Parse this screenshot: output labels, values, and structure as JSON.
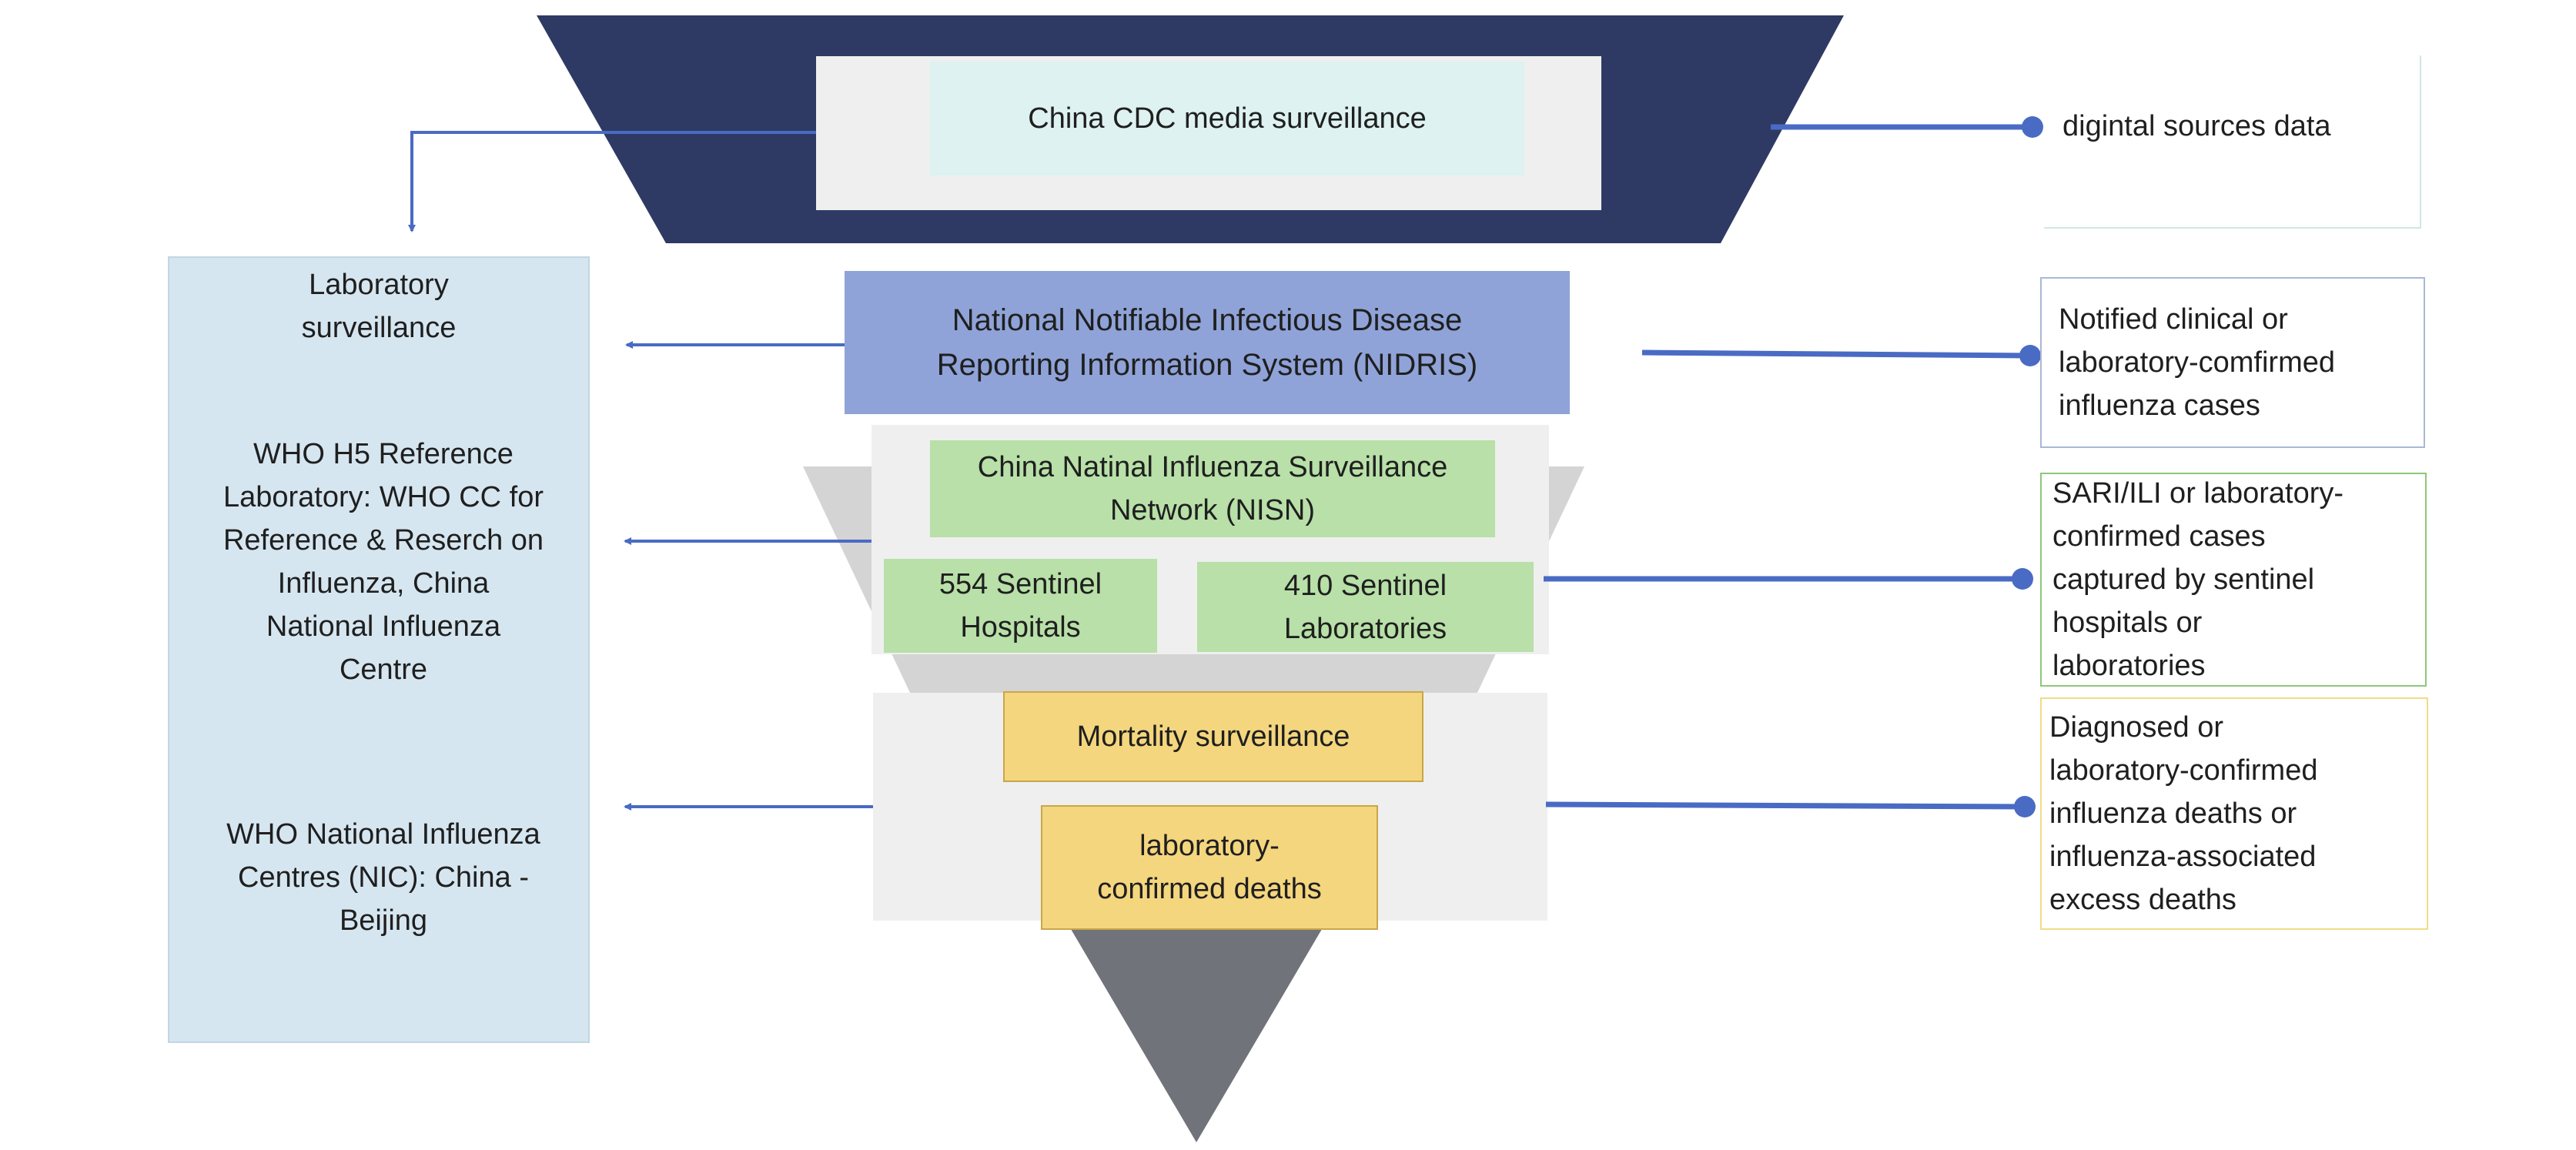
{
  "funnel": {
    "media_surveillance": "China CDC media surveillance",
    "nidris": "National Notifiable Infectious Disease\nReporting Information System (NIDRIS)",
    "nisn": "China Natinal Influenza Surveillance\nNetwork (NISN)",
    "sentinel_hospitals": "554 Sentinel\nHospitals",
    "sentinel_laboratories": "410 Sentinel\nLaboratories",
    "mortality_surveillance": "Mortality surveillance",
    "lab_confirmed_deaths": "laboratory-\nconfirmed deaths"
  },
  "left_panel": {
    "title": "Laboratory\nsurveillance",
    "who_h5": "WHO H5 Reference\nLaboratory: WHO CC for\nReference & Reserch on\nInfluenza, China\nNational Influenza\nCentre",
    "who_nic": "WHO National Influenza\nCentres (NIC): China -\nBeijing"
  },
  "right_panel": {
    "digital": "digintal sources data",
    "notified": "Notified clinical or\nlaboratory-comfirmed\ninfluenza cases",
    "sari": "SARI/ILI or laboratory-\nconfirmed cases\ncaptured by sentinel\nhospitals or\nlaboratories",
    "deaths": "Diagnosed or\nlaboratory-confirmed\ninfluenza deaths or\ninfluenza-associated\nexcess deaths"
  },
  "colors": {
    "navy": "#2e3a63",
    "nidris_blue": "#8fa3d8",
    "green": "#b8e0a8",
    "yellow": "#f4d67e",
    "light_blue": "#d6e6f0",
    "gray_panel": "#efefef",
    "funnel_gray": "#d4d4d4",
    "tip_gray": "#707379",
    "connector": "#4a6bc4"
  }
}
